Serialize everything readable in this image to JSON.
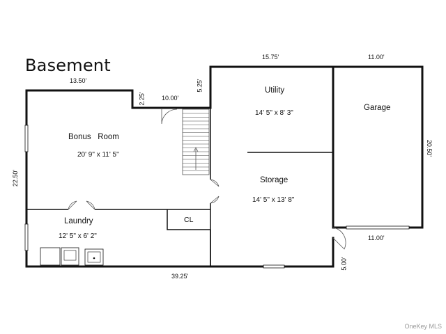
{
  "title": "Basement",
  "rooms": {
    "bonus_room": {
      "name": "Bonus   Room",
      "size": "20' 9\" x 11' 5\""
    },
    "laundry": {
      "name": "Laundry",
      "size": "12' 5\" x 6' 2\""
    },
    "closet": {
      "name": "CL"
    },
    "utility": {
      "name": "Utility",
      "size": "14' 5\" x 8' 3\""
    },
    "storage": {
      "name": "Storage",
      "size": "14' 5\" x 13' 8\""
    },
    "garage": {
      "name": "Garage"
    }
  },
  "dimensions": {
    "top_left": "13.50'",
    "step_small": "2.25'",
    "stair_width": "10.00'",
    "stair_side": "5.25'",
    "top_middle": "15.75'",
    "top_right": "11.00'",
    "left_side": "22.50'",
    "garage_side": "20.50'",
    "garage_bottom": "11.00'",
    "bottom_right_notch": "5.00'",
    "bottom_total": "39.25'"
  },
  "watermark": "OneKey MLS"
}
